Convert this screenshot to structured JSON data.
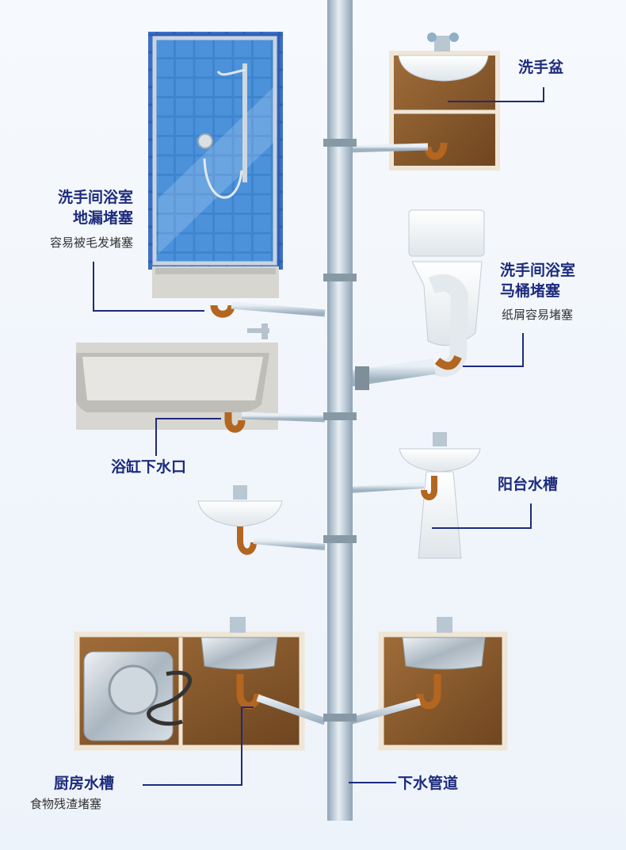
{
  "labels": {
    "washbasin": "洗手盆",
    "floor_drain_line1": "洗手间浴室",
    "floor_drain_line2": "地漏堵塞",
    "floor_drain_note": "容易被毛发堵塞",
    "toilet_line1": "洗手间浴室",
    "toilet_line2": "马桶堵塞",
    "toilet_note": "纸屑容易堵塞",
    "bathtub": "浴缸下水口",
    "balcony": "阳台水槽",
    "kitchen": "厨房水槽",
    "kitchen_note": "食物残渣堵塞",
    "drain_pipe": "下水管道"
  },
  "colors": {
    "label_text": "#1d2b7c",
    "note_text": "#333333",
    "leader_line": "#1d2b7c",
    "pipe": "#a9bccb",
    "clog": "#b3661f",
    "tile": "#3f84cf",
    "cabinet": "#8a5a2b"
  }
}
